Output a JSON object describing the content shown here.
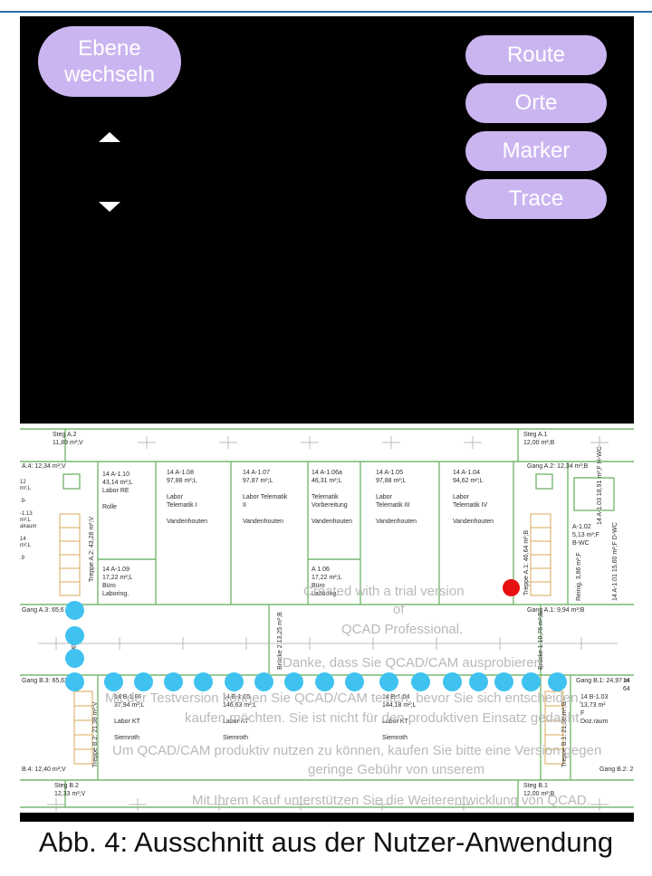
{
  "controls": {
    "ebene_label": "Ebene wechseln",
    "route_label": "Route",
    "orte_label": "Orte",
    "marker_label": "Marker",
    "trace_label": "Trace",
    "button_color": "#cbb5f0"
  },
  "map": {
    "rooms_top": [
      {
        "id": "steg-a2",
        "text": "Steg A.2\n11,89 m²;V"
      },
      {
        "id": "steg-a1",
        "text": "Steg A.1\n12,00 m²;B"
      },
      {
        "id": "a4",
        "text": "A.4: 12,34 m²;V"
      },
      {
        "id": "gang-a2",
        "text": "Gang A.2: 12,34 m²;B"
      },
      {
        "id": "r110",
        "text": "14 A-1.10\n43,14 m²;L\nLabor RE\n\nRolle"
      },
      {
        "id": "r108",
        "text": "14 A-1.08\n97,88 m²;L\n\nLabor\nTelematik I\n\nVandenhouten"
      },
      {
        "id": "r107",
        "text": "14 A-1.07\n97,87 m²;L\n\nLabor Telematik\nII\n\nVandenhouten"
      },
      {
        "id": "r106a",
        "text": "14 A-1.06a\n46,31 m²;L\n\nTelematik\nVorbereitung\n\nVandenhouten"
      },
      {
        "id": "r105",
        "text": "14 A-1.05\n97,88 m²;L\n\nLabor\nTelematik III\n\nVandenhouten"
      },
      {
        "id": "r104",
        "text": "14 A-1.04\n94,62 m²;L\n\nLabor\nTelematik IV\n\nVandenhouten"
      },
      {
        "id": "r109",
        "text": "14 A-1.09\n17,22 m²;L\nBüro\nLaboring."
      },
      {
        "id": "r106",
        "text": "A 1.06\n17,22 m²;L\nBüro\nLaboring."
      },
      {
        "id": "r103",
        "text": "14 A-1.03\n18,91 m²;F\nH-WC"
      },
      {
        "id": "r102",
        "text": "A-1.02\n5,13 m²;F\nB-WC"
      },
      {
        "id": "r101",
        "text": "14 A-1.01\n15,60 m²;F\nD-WC"
      },
      {
        "id": "reinig",
        "text": "Reinig.\n3,86 m²;F"
      },
      {
        "id": "left-a",
        "text": "12\nm²;L\n\n.9-\n\n-1.13\nm²;L\nalraum\n\n14\nm²;L\n\n.9"
      }
    ],
    "corridor": [
      {
        "id": "gang-a3",
        "text": "Gang A.3: 65,6"
      },
      {
        "id": "gang-a1",
        "text": "Gang A.1: 9,94 m²;B"
      },
      {
        "id": "gang-b3",
        "text": "Gang B.3: 65,62 m"
      },
      {
        "id": "gang-b1",
        "text": "Gang B.1: 24,97 m"
      },
      {
        "id": "gang-b2",
        "text": "Gang B.2: 2"
      },
      {
        "id": "b4",
        "text": "B.4: 12,40 m²;V"
      }
    ],
    "rooms_bottom": [
      {
        "id": "rb106",
        "text": "14 B-1.06\n37,94 m²;L\n\nLabor KT\n\nSiemroth"
      },
      {
        "id": "rb105",
        "text": "14 B-1.05\n146,63 m²;L\n\nLabor KT\n\nSiemroth"
      },
      {
        "id": "rb104",
        "text": "14 B-1.04\n144,18 m²;L\n\nLabor KT\n\nSiemroth"
      },
      {
        "id": "rb103",
        "text": "14 B-1.03\n13,73 m²\nF\nDoz.raum"
      },
      {
        "id": "steg-b2",
        "text": "Steg B.2\n12,33 m²;V"
      },
      {
        "id": "steg-b1",
        "text": "Steg B.1\n12,00 m²;B"
      },
      {
        "id": "right-b",
        "text": "14\n64"
      }
    ],
    "vertical_labels": [
      {
        "id": "treppe-a2",
        "text": "Treppe A.2: 43,28 m²;V"
      },
      {
        "id": "treppe-a1",
        "text": "Treppe A.1: 46,64 m²;B"
      },
      {
        "id": "bruecke-2",
        "text": "Brücke 2\n13,25 m²;B"
      },
      {
        "id": "bruecke-1",
        "text": "Brücke 1\n10,76 m²;B"
      },
      {
        "id": "treppe-b2",
        "text": "Treppe B.2: 21,38 m²;V"
      },
      {
        "id": "treppe-b1",
        "text": "Treppe B.1: 21,36 m²;B"
      },
      {
        "id": "treppe-b-small",
        "text": "Treppe B"
      }
    ],
    "watermark": [
      "Created with a trial version",
      "of",
      "QCAD Professional.",
      "Danke, dass Sie QCAD/CAM ausprobieren.",
      "Mit der Testversion können Sie QCAD/CAM testen, bevor Sie sich entscheiden,",
      "kaufen möchten. Sie ist nicht für den produktiven Einsatz gedacht.",
      "Um QCAD/CAM produktiv nutzen zu können, kaufen Sie bitte eine Version gegen",
      "geringe Gebühr von unserem",
      "Mit Ihrem Kauf unterstützen Sie die Weiterentwicklung von QCAD."
    ],
    "route_color": "#3fc2f0",
    "position_color": "#e81010",
    "route_point_count": 20
  },
  "caption": "Abb. 4: Ausschnitt aus der Nutzer-Anwendung"
}
